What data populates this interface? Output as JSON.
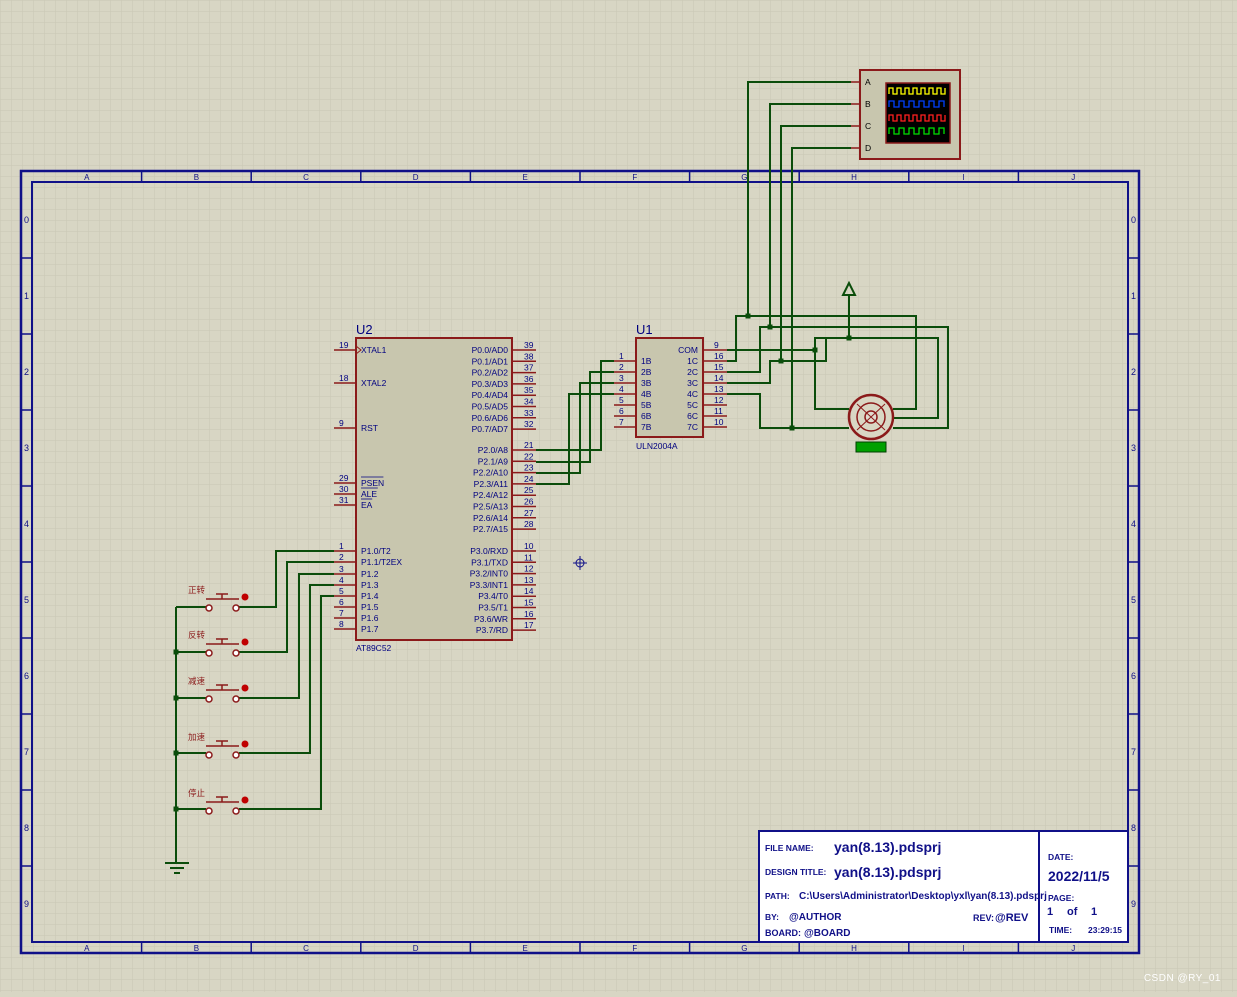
{
  "sheet": {
    "col_labels": [
      "A",
      "B",
      "C",
      "D",
      "E",
      "F",
      "G",
      "H",
      "I",
      "J"
    ],
    "row_labels": [
      "0",
      "1",
      "2",
      "3",
      "4",
      "5",
      "6",
      "7",
      "8",
      "9"
    ]
  },
  "mcu": {
    "ref": "U2",
    "part": "AT89C52",
    "left_pins": [
      {
        "num": "19",
        "name": "XTAL1"
      },
      {
        "num": "18",
        "name": "XTAL2"
      },
      {
        "num": "9",
        "name": "RST"
      },
      {
        "num": "29",
        "name": "PSEN"
      },
      {
        "num": "30",
        "name": "ALE"
      },
      {
        "num": "31",
        "name": "EA"
      },
      {
        "num": "1",
        "name": "P1.0/T2"
      },
      {
        "num": "2",
        "name": "P1.1/T2EX"
      },
      {
        "num": "3",
        "name": "P1.2"
      },
      {
        "num": "4",
        "name": "P1.3"
      },
      {
        "num": "5",
        "name": "P1.4"
      },
      {
        "num": "6",
        "name": "P1.5"
      },
      {
        "num": "7",
        "name": "P1.6"
      },
      {
        "num": "8",
        "name": "P1.7"
      }
    ],
    "right_pins": [
      {
        "num": "39",
        "name": "P0.0/AD0"
      },
      {
        "num": "38",
        "name": "P0.1/AD1"
      },
      {
        "num": "37",
        "name": "P0.2/AD2"
      },
      {
        "num": "36",
        "name": "P0.3/AD3"
      },
      {
        "num": "35",
        "name": "P0.4/AD4"
      },
      {
        "num": "34",
        "name": "P0.5/AD5"
      },
      {
        "num": "33",
        "name": "P0.6/AD6"
      },
      {
        "num": "32",
        "name": "P0.7/AD7"
      },
      {
        "num": "21",
        "name": "P2.0/A8"
      },
      {
        "num": "22",
        "name": "P2.1/A9"
      },
      {
        "num": "23",
        "name": "P2.2/A10"
      },
      {
        "num": "24",
        "name": "P2.3/A11"
      },
      {
        "num": "25",
        "name": "P2.4/A12"
      },
      {
        "num": "26",
        "name": "P2.5/A13"
      },
      {
        "num": "27",
        "name": "P2.6/A14"
      },
      {
        "num": "28",
        "name": "P2.7/A15"
      },
      {
        "num": "10",
        "name": "P3.0/RXD"
      },
      {
        "num": "11",
        "name": "P3.1/TXD"
      },
      {
        "num": "12",
        "name": "P3.2/INT0"
      },
      {
        "num": "13",
        "name": "P3.3/INT1"
      },
      {
        "num": "14",
        "name": "P3.4/T0"
      },
      {
        "num": "15",
        "name": "P3.5/T1"
      },
      {
        "num": "16",
        "name": "P3.6/WR"
      },
      {
        "num": "17",
        "name": "P3.7/RD"
      }
    ]
  },
  "driver": {
    "ref": "U1",
    "part": "ULN2004A",
    "left_pins": [
      {
        "num": "1",
        "name": "1B"
      },
      {
        "num": "2",
        "name": "2B"
      },
      {
        "num": "3",
        "name": "3B"
      },
      {
        "num": "4",
        "name": "4B"
      },
      {
        "num": "5",
        "name": "5B"
      },
      {
        "num": "6",
        "name": "6B"
      },
      {
        "num": "7",
        "name": "7B"
      }
    ],
    "right_pins": [
      {
        "num": "9",
        "name": "COM"
      },
      {
        "num": "16",
        "name": "1C"
      },
      {
        "num": "15",
        "name": "2C"
      },
      {
        "num": "14",
        "name": "3C"
      },
      {
        "num": "13",
        "name": "4C"
      },
      {
        "num": "12",
        "name": "5C"
      },
      {
        "num": "11",
        "name": "6C"
      },
      {
        "num": "10",
        "name": "7C"
      }
    ]
  },
  "scope": {
    "channels": [
      "A",
      "B",
      "C",
      "D"
    ],
    "trace_colors": [
      "#ffff00",
      "#0040ff",
      "#ff2020",
      "#00e000"
    ]
  },
  "buttons": [
    {
      "label": "正转"
    },
    {
      "label": "反转"
    },
    {
      "label": "减速"
    },
    {
      "label": "加速"
    },
    {
      "label": "停止"
    }
  ],
  "title_block": {
    "file_name_label": "FILE NAME:",
    "file_name": "yan(8.13).pdsprj",
    "design_title_label": "DESIGN TITLE:",
    "design_title": "yan(8.13).pdsprj",
    "path_label": "PATH:",
    "path": "C:\\Users\\Administrator\\Desktop\\yxl\\yan(8.13).pdsprj",
    "by_label": "BY:",
    "by": "@AUTHOR",
    "rev_label": "REV:",
    "rev": "@REV",
    "board_label": "BOARD:",
    "board": "@BOARD",
    "date_label": "DATE:",
    "date": "2022/11/5",
    "page_label": "PAGE:",
    "page": "1",
    "of": "of",
    "total": "1",
    "time_label": "TIME:",
    "time": "23:29:15"
  },
  "watermark": "CSDN @RY_01",
  "colors": {
    "background": "#d8d6c4",
    "grid": "#c7c5b2",
    "frame": "#101088",
    "component_body": "#c8c6ae",
    "component_outline": "#8b1a1a",
    "wire": "#0b4d0b",
    "pin_text": "#000080"
  }
}
